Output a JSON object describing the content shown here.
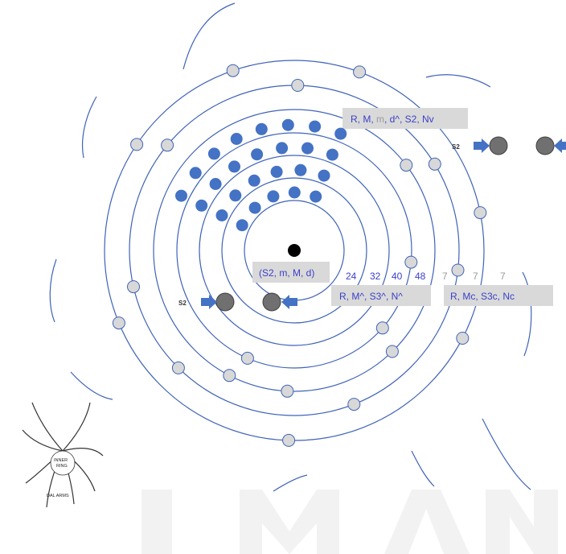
{
  "diagram": {
    "center_label": "(S2, m, M, d)",
    "box_top": {
      "part1": "R, M, ",
      "part2": "m",
      "part3": ", d^, S2, Nv"
    },
    "box_mid": "R, M^, S3^, N^",
    "box_right": "R, Mc, S3c, Nc",
    "s2_left": "S2",
    "s2_right": "S2",
    "shell_counts": [
      "24",
      "32",
      "40",
      "48"
    ],
    "outer_counts": [
      "7",
      "7",
      "7"
    ],
    "inset": {
      "line1": "INNER",
      "line2": "RING",
      "line3": "DAL ARMS"
    }
  },
  "colors": {
    "orbit": "#3f63b8",
    "electron_fill": "#d8d8d8",
    "electron_stroke": "#3f63b8",
    "filled_electron": "#4472c4",
    "label_box": "#d9d9d9",
    "label_text": "#3b3fc8",
    "grey_text": "#9a9a9a",
    "watermark": "#f2f2f2"
  }
}
